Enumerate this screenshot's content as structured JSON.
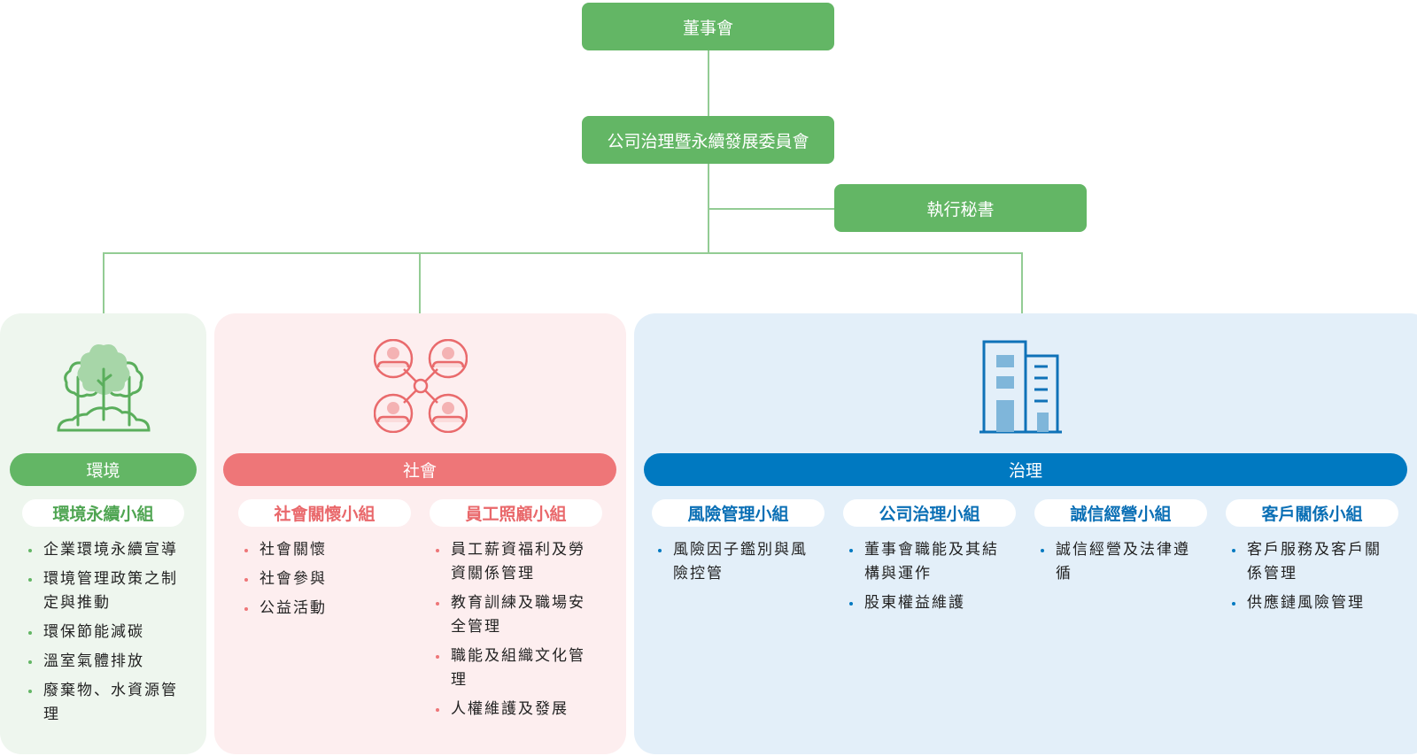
{
  "top": {
    "board": "董事會",
    "committee": "公司治理暨永續發展委員會",
    "secretary": "執行秘書"
  },
  "colors": {
    "green": "#63b665",
    "red": "#ee7678",
    "blue": "#0079c1"
  },
  "environment": {
    "icon": "trees-icon",
    "title": "環境",
    "groups": [
      {
        "name": "環境永續小組",
        "items": [
          "企業環境永續宣導",
          "環境管理政策之制定與推動",
          "環保節能減碳",
          "溫室氣體排放",
          "廢棄物、水資源管理"
        ]
      }
    ]
  },
  "social": {
    "icon": "people-network-icon",
    "title": "社會",
    "groups": [
      {
        "name": "社會關懷小組",
        "items": [
          "社會關懷",
          "社會參與",
          "公益活動"
        ]
      },
      {
        "name": "員工照顧小組",
        "items": [
          "員工薪資福利及勞資關係管理",
          "教育訓練及職場安全管理",
          "職能及組織文化管理",
          "人權維護及發展"
        ]
      }
    ]
  },
  "governance": {
    "icon": "building-icon",
    "title": "治理",
    "groups": [
      {
        "name": "風險管理小組",
        "items": [
          "風險因子鑑別與風險控管"
        ]
      },
      {
        "name": "公司治理小組",
        "items": [
          "董事會職能及其結構與運作",
          "股東權益維護"
        ]
      },
      {
        "name": "誠信經營小組",
        "items": [
          "誠信經營及法律遵循"
        ]
      },
      {
        "name": "客戶關係小組",
        "items": [
          "客戶服務及客戶關係管理",
          "供應鏈風險管理"
        ]
      }
    ]
  }
}
